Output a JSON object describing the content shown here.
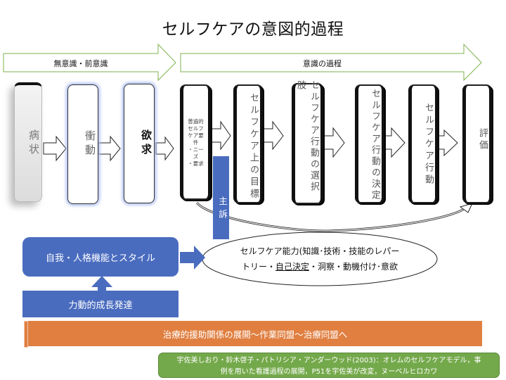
{
  "title": "セルフケアの意図的過程",
  "banners": {
    "unconscious": "無意識・前意識",
    "conscious": "意識の過程"
  },
  "steps": [
    {
      "id": "symptom",
      "label": "病状",
      "style": "grey"
    },
    {
      "id": "impulse",
      "label": "衝動",
      "style": "glow"
    },
    {
      "id": "desire",
      "label": "欲求",
      "style": "glow-bold"
    },
    {
      "id": "requisites",
      "label": "普遍的セルフケア要件・ニーズ・要求",
      "lines": [
        "普遍的",
        "セルフ",
        "ケア要",
        "件",
        "・ニー",
        "ズ",
        "・要求"
      ],
      "style": "dark-small"
    },
    {
      "id": "goal",
      "label": "セルフケア上の目標",
      "style": "dark"
    },
    {
      "id": "options",
      "label": "セルフケア行動の選択肢",
      "style": "dark"
    },
    {
      "id": "decision",
      "label": "セルフケア行動の決定",
      "style": "dark"
    },
    {
      "id": "action",
      "label": "セルフケア行動",
      "style": "dark"
    },
    {
      "id": "evaluation",
      "label": "評価",
      "style": "dark"
    }
  ],
  "chief_complaint": "主訴",
  "ego_box": "自我・人格機能とスタイル",
  "development_box": "力動的成長発達",
  "ability_ellipse": {
    "line1": "セルフケア能力(知識･技術・技能のレパー",
    "line2_prefix": "トリー・",
    "line2_underlined": "自己決定",
    "line2_suffix": "・洞察・動機付け･意欲"
  },
  "therapeutic_bar": "治療的援助関係の展開〜作業同盟〜治療同盟へ",
  "citation": {
    "line1": "宇佐美しおり・鈴木啓子・パトリシア・アンダーウッド(2003)：オレムのセルフケアモデル，事",
    "line2": "例を用いた看護過程の展開，P51を宇佐美が改変，ヌーベルヒロカワ"
  },
  "colors": {
    "banner_border": "#7fb24f",
    "blue": "#4a6cbf",
    "orange": "#e07f40",
    "green": "#74a94b",
    "glow": "#a9b9ef"
  }
}
